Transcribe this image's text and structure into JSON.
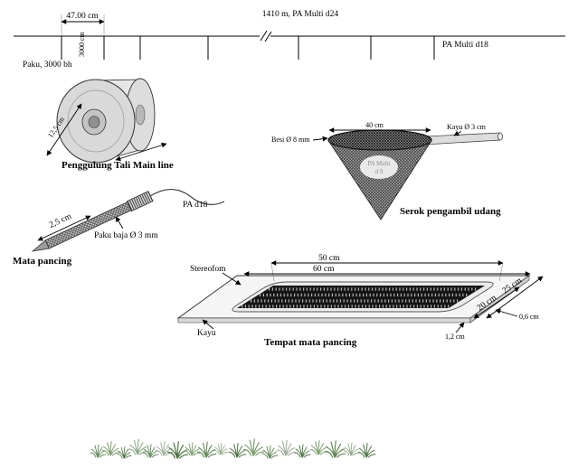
{
  "colors": {
    "line": "#000000",
    "grass": "#5e8352"
  },
  "mainline": {
    "dim_spacing": "47.00 cm",
    "dim_vertical": "3000 cm",
    "label_length": "1410 m, PA Multi d24",
    "label_right": "PA Multi d18",
    "label_paku": "Paku, 3000 bh"
  },
  "spool": {
    "dim_diameter": "12,5 cm",
    "caption": "Penggulung Tali Main line"
  },
  "hook": {
    "dim_length": "2,5 cm",
    "label_line": "PA d18",
    "label_nail": "Paku baja Ø 3 mm",
    "caption": "Mata pancing"
  },
  "scoop": {
    "label_frame": "Besi Ø 8 mm",
    "dim_width": "40 cm",
    "label_handle": "Kayu Ø 3 cm",
    "label_net_1": "PA Multi",
    "label_net_2": "d 9",
    "caption": "Serok pengambil udang"
  },
  "tray": {
    "dim_inner": "50 cm",
    "dim_outer": "60 cm",
    "label_foam": "Stereofom",
    "label_wood": "Kayu",
    "dim_depth_outer": "25 cm",
    "dim_depth_inner": "20 cm",
    "dim_thickness_foam": "0,6 cm",
    "dim_thickness_board": "1,2 cm",
    "caption": "Tempat mata pancing"
  }
}
